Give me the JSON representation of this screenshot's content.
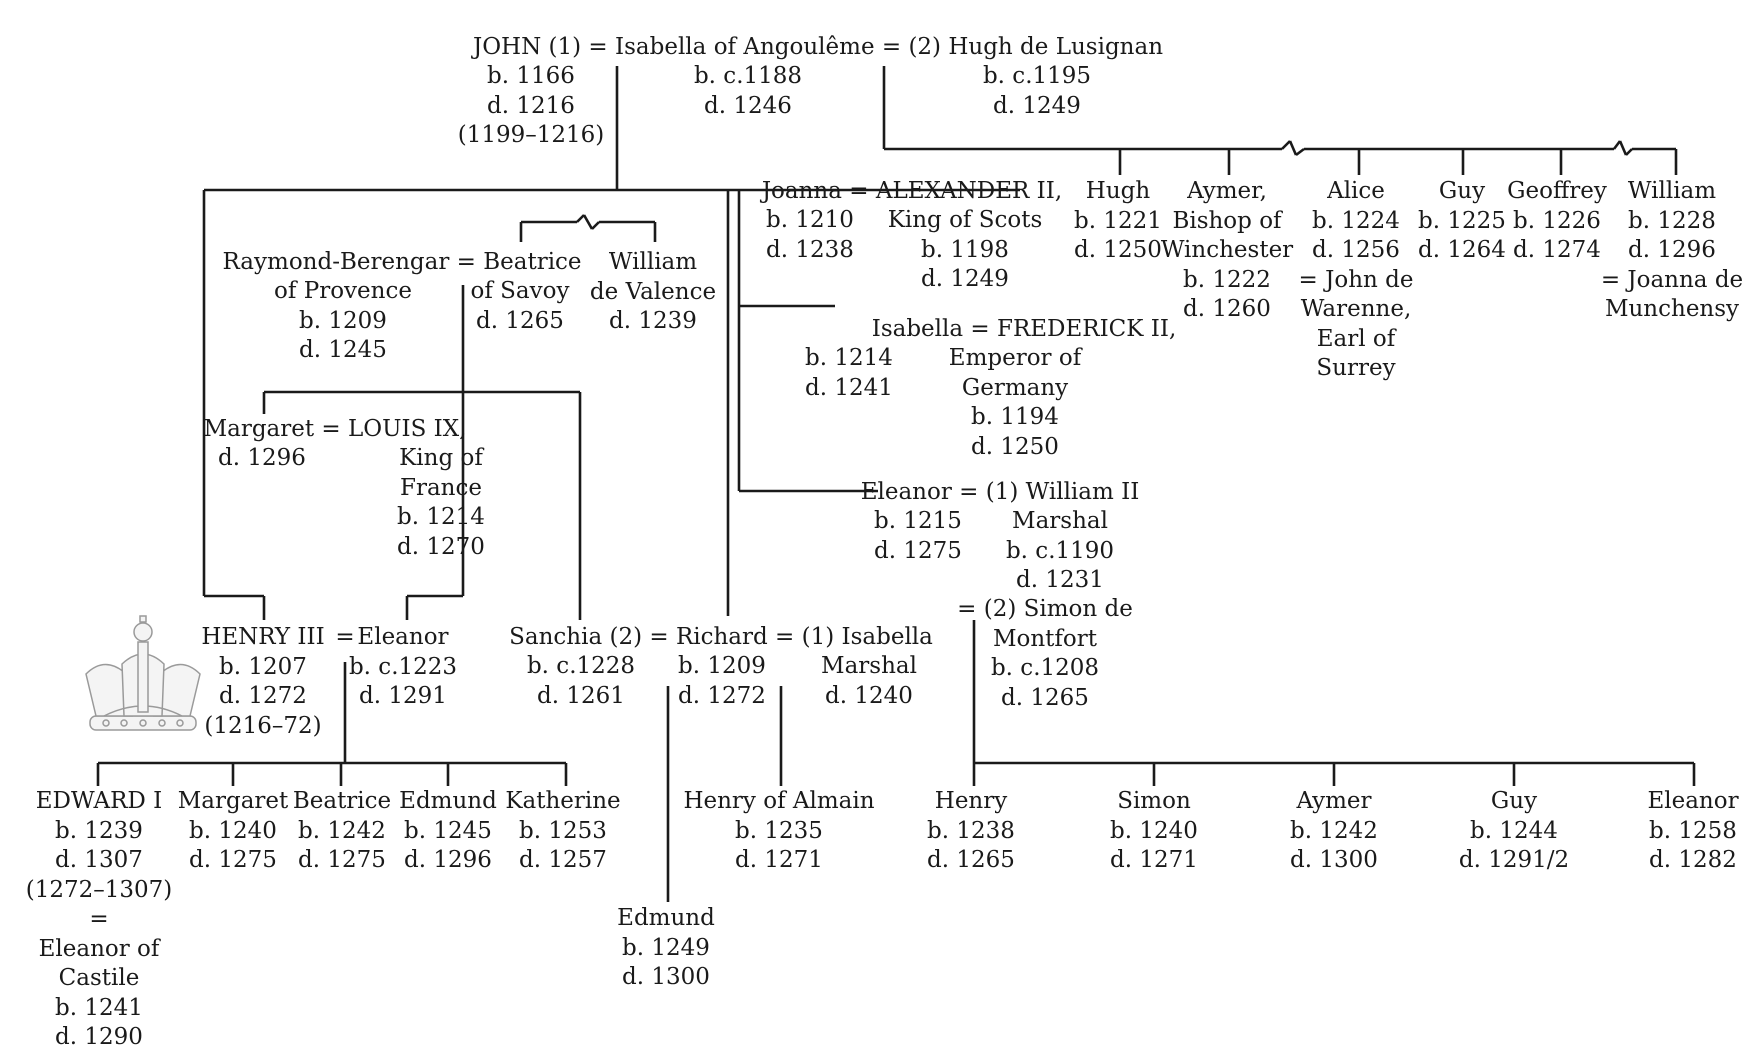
{
  "chart_data": {
    "type": "family-tree",
    "title": "",
    "marriage_symbol": "=",
    "people": {
      "john": [
        "JOHN (1) = Isabella of Angoulême = (2)  Hugh de Lusignan"
      ],
      "john_dates": [
        "b. 1166",
        "d. 1216",
        "(1199–1216)"
      ],
      "isabella_angouleme_dates": [
        "b. c.1188",
        "d. 1246"
      ],
      "hugh_lusignan_dates": [
        "b. c.1195",
        "d. 1249"
      ],
      "joanna": [
        "Joanna = ALEXANDER II,"
      ],
      "joanna_dates": [
        "b. 1210",
        "d. 1238"
      ],
      "alexander_ii": [
        "King of Scots",
        "b. 1198",
        "d. 1249"
      ],
      "hugh": [
        "Hugh",
        "b. 1221",
        "d. 1250"
      ],
      "aymer_bishop": [
        "Aymer,",
        "Bishop of",
        "Winchester",
        "b. 1222",
        "d. 1260"
      ],
      "alice": [
        "Alice",
        "b. 1224",
        "d. 1256",
        "= John de",
        "Warenne,",
        "Earl of",
        "Surrey"
      ],
      "guy_lusignan": [
        "Guy",
        "b. 1225",
        "d. 1264"
      ],
      "geoffrey": [
        "Geoffrey",
        "b. 1226",
        "d. 1274"
      ],
      "william_lusignan": [
        "William",
        "b. 1228",
        "d. 1296",
        "= Joanna de",
        "Munchensy"
      ],
      "raymond": [
        "Raymond-Berengar = Beatrice"
      ],
      "raymond_sub": [
        "of Provence",
        "b. 1209",
        "d. 1245"
      ],
      "beatrice_savoy": [
        "of Savoy",
        "d. 1265"
      ],
      "william_valence": [
        "William",
        "de Valence",
        "d. 1239"
      ],
      "isabella_frederick": [
        "Isabella = FREDERICK II,"
      ],
      "isabella_dates": [
        "b. 1214",
        "d. 1241"
      ],
      "frederick": [
        "Emperor of",
        "Germany",
        "b. 1194",
        "d. 1250"
      ],
      "margaret_louis": [
        "Margaret = LOUIS IX,"
      ],
      "margaret_dates": [
        "d. 1296"
      ],
      "louis": [
        "King of",
        "France",
        "b. 1214",
        "d. 1270"
      ],
      "eleanor_marshal": [
        "Eleanor = (1) William II"
      ],
      "eleanor_dates": [
        "b. 1215",
        "d. 1275"
      ],
      "william_marshal": [
        "Marshal",
        "b. c.1190",
        "d. 1231"
      ],
      "simon_montfort": [
        "= (2)  Simon de",
        "Montfort",
        "b. c.1208",
        "d. 1265"
      ],
      "henry_iii": [
        "HENRY III",
        "b. 1207",
        "d. 1272",
        "(1216–72)"
      ],
      "henry_eleanor_eq": [
        "="
      ],
      "eleanor_provence": [
        "Eleanor",
        "b. c.1223",
        "d. 1291"
      ],
      "sanchia": [
        "Sanchia (2) = Richard = (1) Isabella"
      ],
      "sanchia_dates": [
        "b. c.1228",
        "d. 1261"
      ],
      "richard_dates": [
        "b. 1209",
        "d. 1272"
      ],
      "isabella_marshal": [
        "Marshal",
        "d. 1240"
      ],
      "edward_i": [
        "EDWARD I",
        "b. 1239",
        "d. 1307",
        "(1272–1307)",
        "=",
        "Eleanor of",
        "Castile",
        "b. 1241",
        "d. 1290"
      ],
      "margaret_h3": [
        "Margaret",
        "b. 1240",
        "d. 1275"
      ],
      "beatrice_h3": [
        "Beatrice",
        "b. 1242",
        "d. 1275"
      ],
      "edmund_h3": [
        "Edmund",
        "b. 1245",
        "d. 1296"
      ],
      "katherine": [
        "Katherine",
        "b. 1253",
        "d. 1257"
      ],
      "henry_almain": [
        "Henry of Almain",
        "b. 1235",
        "d. 1271"
      ],
      "edmund_richard": [
        "Edmund",
        "b. 1249",
        "d. 1300"
      ],
      "henry_m": [
        "Henry",
        "b. 1238",
        "d. 1265"
      ],
      "simon_m": [
        "Simon",
        "b. 1240",
        "d. 1271"
      ],
      "aymer_m": [
        "Aymer",
        "b. 1242",
        "d. 1300"
      ],
      "guy_m": [
        "Guy",
        "b. 1244",
        "d. 1291/2"
      ],
      "eleanor_m": [
        "Eleanor",
        "b. 1258",
        "d. 1282"
      ]
    },
    "line_color": "#1a1a1a",
    "text_color": "#1a1a1a",
    "decoration": "crown-icon"
  }
}
